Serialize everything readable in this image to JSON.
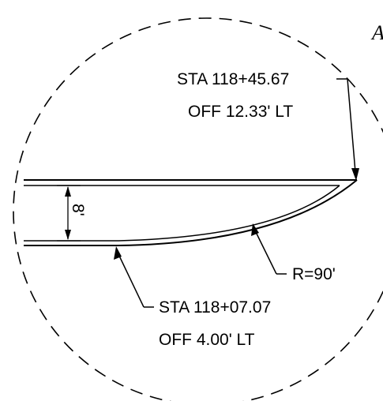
{
  "detail": {
    "corner_letter": "A",
    "top_callout": {
      "line1": "STA 118+45.67",
      "line2": "OFF 12.33' LT"
    },
    "bottom_callout": {
      "line1": "STA 118+07.07",
      "line2": "OFF 4.00' LT"
    },
    "radius_label": "R=90'",
    "width_dimension": "8'"
  },
  "colors": {
    "ink": "#000000",
    "background": "#ffffff"
  }
}
